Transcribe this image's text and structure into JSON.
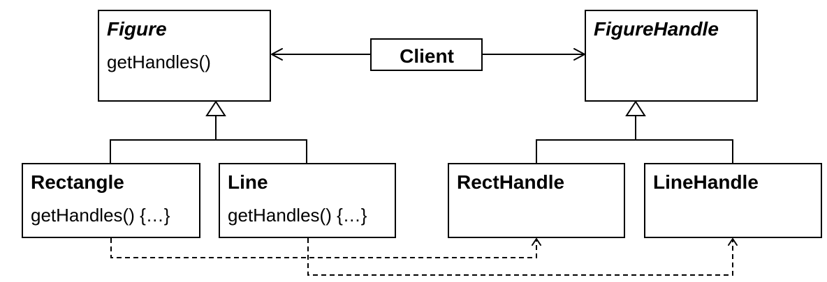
{
  "diagram": {
    "classes": {
      "figure": {
        "name": "Figure",
        "operation": "getHandles()",
        "operation_color": "#e8221c"
      },
      "figure_handle": {
        "name": "FigureHandle"
      },
      "client": {
        "name": "Client"
      },
      "rectangle": {
        "name": "Rectangle",
        "operation": "getHandles() {…}"
      },
      "line": {
        "name": "Line",
        "operation": "getHandles() {…}"
      },
      "rect_handle": {
        "name": "RectHandle"
      },
      "line_handle": {
        "name": "LineHandle"
      }
    },
    "relationships": [
      {
        "kind": "association",
        "from": "Client",
        "to": "Figure",
        "style": "open-arrow"
      },
      {
        "kind": "association",
        "from": "Client",
        "to": "FigureHandle",
        "style": "open-arrow"
      },
      {
        "kind": "generalization",
        "from": "Rectangle",
        "to": "Figure"
      },
      {
        "kind": "generalization",
        "from": "Line",
        "to": "Figure"
      },
      {
        "kind": "generalization",
        "from": "RectHandle",
        "to": "FigureHandle"
      },
      {
        "kind": "generalization",
        "from": "LineHandle",
        "to": "FigureHandle"
      },
      {
        "kind": "dependency",
        "from": "Rectangle",
        "to": "RectHandle",
        "style": "dashed-open-arrow"
      },
      {
        "kind": "dependency",
        "from": "Line",
        "to": "LineHandle",
        "style": "dashed-open-arrow"
      }
    ]
  }
}
